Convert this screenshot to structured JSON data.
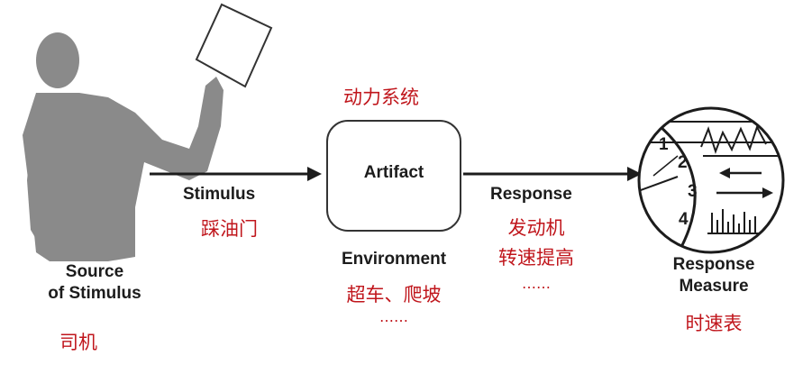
{
  "source": {
    "label_line1": "Source",
    "label_line2": "of Stimulus",
    "cn": "司机"
  },
  "stimulus": {
    "label": "Stimulus",
    "cn": "踩油门"
  },
  "artifact": {
    "cn_title": "动力系统",
    "label": "Artifact",
    "environment_label": "Environment",
    "environment_cn": "超车、爬坡",
    "environment_more": "……"
  },
  "response": {
    "label": "Response",
    "cn_line1": "发动机",
    "cn_line2": "转速提高",
    "more": "……"
  },
  "response_measure": {
    "label_line1": "Response",
    "label_line2": "Measure",
    "cn": "时速表",
    "dial_numbers": [
      "1",
      "2",
      "3",
      "4"
    ]
  },
  "colors": {
    "accent_red": "#c0161c",
    "figure_gray": "#8a8a8a",
    "ink": "#1c1c1c"
  }
}
